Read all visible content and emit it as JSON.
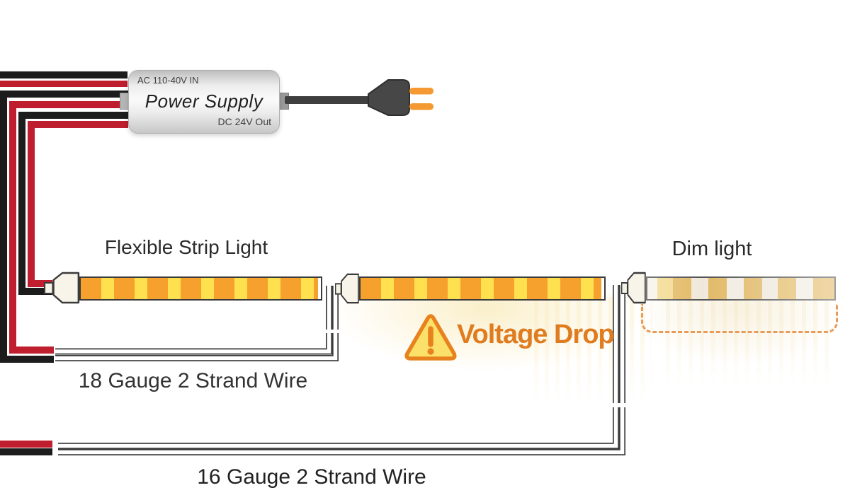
{
  "power_supply": {
    "input_label": "AC 110-40V IN",
    "title": "Power Supply",
    "output_label": "DC 24V Out"
  },
  "labels": {
    "strip": "Flexible Strip Light",
    "dim": "Dim light",
    "wire18": "18 Gauge 2 Strand Wire",
    "wire16": "16 Gauge 2 Strand Wire"
  },
  "warning": {
    "text": "Voltage Drop",
    "icon": "warning-triangle-icon"
  },
  "colors": {
    "wire_red": "#be1e2d",
    "wire_black": "#1c1c1c",
    "strip_orange": "#f6a12d",
    "strip_yellow": "#ffe14f",
    "strip_outline": "#3b3b3b",
    "connector_fill": "#f8f4e9",
    "accent_orange": "#e07c20",
    "warning_border": "#e8821e",
    "warning_fill": "#fbe169",
    "dashed_orange": "#e89b59",
    "plug_prong_orange": "#f59a32",
    "plug_body_gray": "#474747",
    "cord_gray": "#3f3f3f"
  },
  "bright_strip_pattern": {
    "orange_width": 29,
    "yellow_width": 18
  },
  "dim_strip": {
    "segments": [
      {
        "c": "#f7f2e8",
        "w": 14
      },
      {
        "c": "#f3d88c",
        "w": 22
      },
      {
        "c": "#e2b761",
        "w": 26
      },
      {
        "c": "#efe7d9",
        "w": 24
      },
      {
        "c": "#e0b55e",
        "w": 26
      },
      {
        "c": "#f0ebe1",
        "w": 24
      },
      {
        "c": "#dfb55f",
        "w": 26
      },
      {
        "c": "#eee8db",
        "w": 22
      },
      {
        "c": "#e2b960",
        "w": 26
      },
      {
        "c": "#f1ebe1",
        "w": 24
      },
      {
        "c": "#e0b55c",
        "w": 30
      }
    ]
  }
}
